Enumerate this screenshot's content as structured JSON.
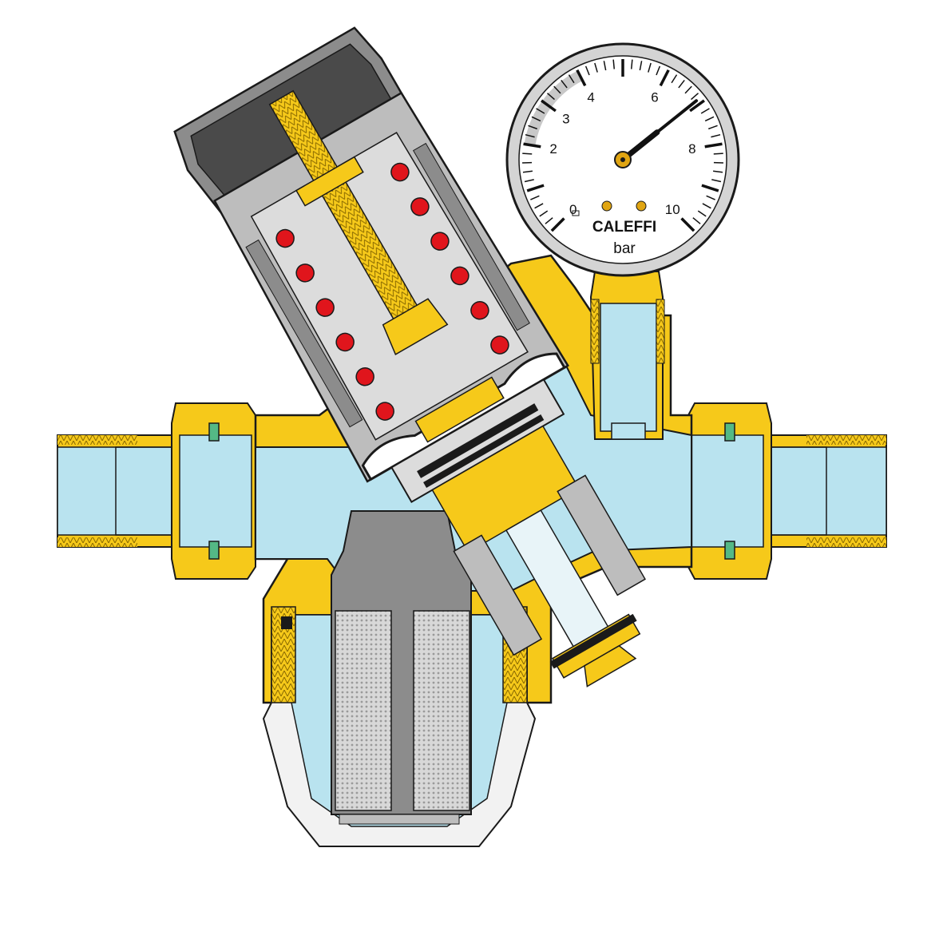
{
  "gauge": {
    "scale_labels": [
      "0",
      "2",
      "3",
      "4",
      "6",
      "8",
      "10"
    ],
    "brand": "CALEFFI",
    "unit": "bar",
    "needle_value_bar": 6.9,
    "scale_min": 0,
    "scale_max": 10
  },
  "colors": {
    "brass": "#f6c91a",
    "brass_dark": "#c99500",
    "water": "#b9e3ef",
    "steel": "#bdbdbd",
    "steel_dark": "#8c8c8c",
    "spring_ball": "#e0151c",
    "seal": "#54b985",
    "outline": "#1a1a1a"
  }
}
